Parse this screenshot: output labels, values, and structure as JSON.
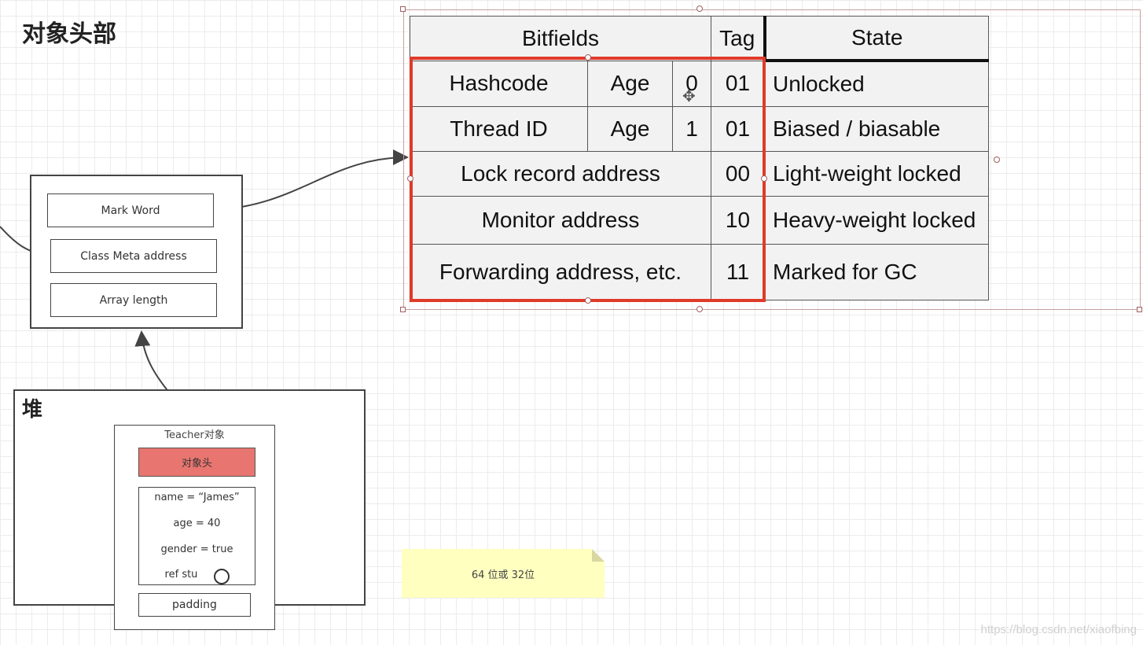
{
  "page": {
    "title": "对象头部",
    "watermark": "https://blog.csdn.net/xiaofbing"
  },
  "header_box": {
    "fields": [
      "Mark Word",
      "Class Meta address",
      "Array length"
    ]
  },
  "heap": {
    "title": "堆",
    "object_title": "Teacher对象",
    "object_header": "对象头",
    "properties": [
      "name = “James”",
      "age = 40",
      "gender = true",
      "ref stu"
    ],
    "padding": "padding"
  },
  "note": {
    "text": "64 位或 32位"
  },
  "mark_word_table": {
    "headers": {
      "bitfields": "Bitfields",
      "tag": "Tag",
      "state": "State"
    },
    "rows": [
      {
        "field": "Hashcode",
        "age": "Age",
        "bit": "0",
        "tag": "01",
        "state": "Unlocked"
      },
      {
        "field": "Thread ID",
        "age": "Age",
        "bit": "1",
        "tag": "01",
        "state": "Biased / biasable"
      },
      {
        "field": "Lock record address",
        "tag": "00",
        "state": "Light-weight locked"
      },
      {
        "field": "Monitor address",
        "tag": "10",
        "state": "Heavy-weight locked"
      },
      {
        "field": "Forwarding address, etc.",
        "tag": "11",
        "state": "Marked for GC"
      }
    ],
    "highlight_color": "#e03a2a"
  },
  "colors": {
    "object_header_fill": "#e8756f",
    "note_fill": "#ffffc0"
  },
  "icons": [
    "move-cursor-icon",
    "arrow-head-icon"
  ]
}
